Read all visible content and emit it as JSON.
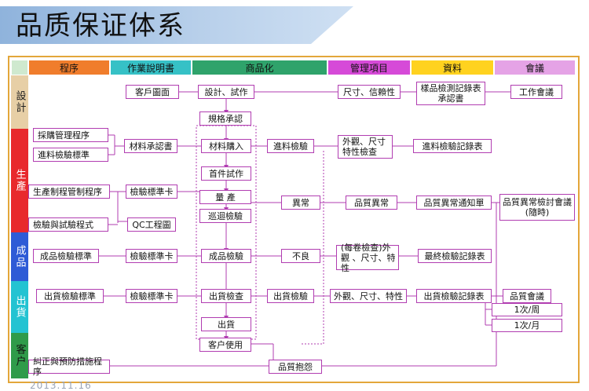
{
  "title": "品质保证体系",
  "columns": [
    {
      "key": "procedure",
      "label": "程序",
      "color": "#f07d2c"
    },
    {
      "key": "instruction",
      "label": "作業說明書",
      "color": "#36c1c6"
    },
    {
      "key": "commercial",
      "label": "商品化",
      "color": "#2fa36b"
    },
    {
      "key": "management",
      "label": "管理項目",
      "color": "#d64ad8"
    },
    {
      "key": "data",
      "label": "資料",
      "color": "#ffd21f"
    },
    {
      "key": "meeting",
      "label": "會議",
      "color": "#e5a3e6"
    }
  ],
  "rows": [
    {
      "label": "設計",
      "color": "#e7cfa6",
      "text_color": "#222222"
    },
    {
      "label": "生產",
      "color": "#e8292c",
      "text_color": "#ffffff"
    },
    {
      "label": "成品",
      "color": "#2e5bd6",
      "text_color": "#ffffff"
    },
    {
      "label": "出貨",
      "color": "#23c3d2",
      "text_color": "#ffffff"
    },
    {
      "label": "客户",
      "color": "#2f9b4a",
      "text_color": "#111111"
    }
  ],
  "boxes": {
    "customer_drawing": "客戶圖面",
    "design_trial": "設計、試作",
    "size_reliability": "尺寸、信賴性",
    "sample_record": "樣品檢測記錄表 承認書",
    "work_meeting": "工作會議",
    "spec_approval": "規格承認",
    "purchase_procedure": "採購管理程序",
    "incoming_standard": "進料檢驗標準",
    "material_approval": "材料承認書",
    "material_purchase": "材料購入",
    "incoming_inspection": "進料檢驗",
    "appearance_size_check": "外觀、尺寸 特性檢查",
    "incoming_record": "進料檢驗記錄表",
    "first_trial": "首件試作",
    "production_process": "生產制程管制程序",
    "inspection_card_1": "檢驗標準卡",
    "mass_production": "量 產",
    "patrol_inspection": "巡迴檢驗",
    "abnormal": "異常",
    "quality_abnormal": "品質異常",
    "abnormal_notice": "品質異常通知單",
    "abnormal_meeting": "品質異常檢討會議 (隨時)",
    "inspection_test_procedure": "檢驗與試驗程式",
    "qc_chart": "QC工程圖",
    "finished_standard": "成品檢驗標準",
    "inspection_card_2": "檢驗標準卡",
    "finished_inspection": "成品檢驗",
    "defect": "不良",
    "roll_inspection": "(每卷檢查)外觀 、尺寸、特性",
    "final_record": "最終檢驗記錄表",
    "shipping_standard": "出貨檢驗標準",
    "inspection_card_3": "檢驗標準卡",
    "shipping_check": "出貨檢查",
    "shipping_inspection": "出貨檢驗",
    "appearance_size_property": "外觀、尺寸、特性",
    "shipping_record": "出貨檢驗記錄表",
    "quality_meeting": "品質會議",
    "weekly": "1次/周",
    "monthly": "1次/月",
    "shipment": "出貨",
    "customer_use": "客户使用",
    "corrective_procedure": "糾正與預防措施程序",
    "quality_complaint": "品質抱怨"
  },
  "footer_partial": "2013.11.16"
}
